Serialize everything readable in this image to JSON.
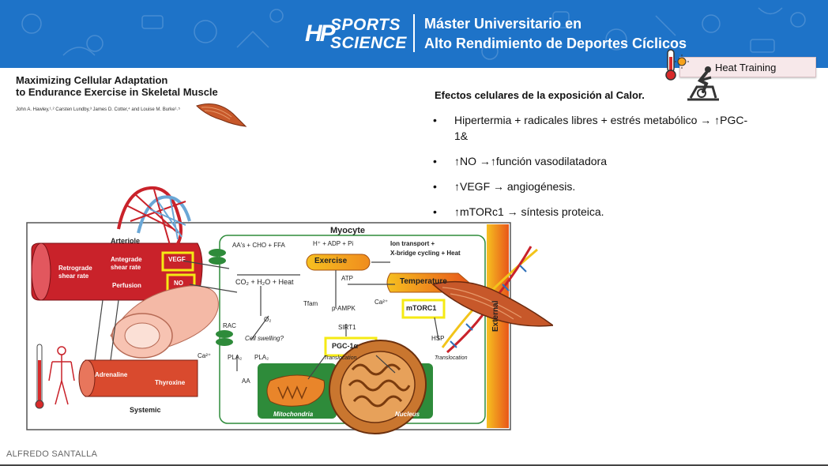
{
  "header": {
    "logo_line1": "SPORTS",
    "logo_line2": "SCIENCE",
    "logo_mark": "HP",
    "title_line1": "Máster Universitario en",
    "title_line2": "Alto Rendimiento de Deportes Cíclicos"
  },
  "tab": {
    "label": "Heat Training",
    "icons": [
      "thermometer-icon",
      "cyclist-icon"
    ]
  },
  "paper": {
    "title_line1": "Maximizing Cellular Adaptation",
    "title_line2": "to Endurance Exercise in Skeletal Muscle",
    "authors": "John A. Hawley,¹˒² Carsten Lundby,³ James D. Cotter,⁴ and Louise M. Burke¹˒⁵"
  },
  "effects": {
    "title": "Efectos celulares de la exposición al Calor.",
    "bullet": "•",
    "items": [
      "Hipertermia + radicales libres + estrés metabólico → ↑PGC-1&",
      "↑NO →↑función vasodilatadora",
      "↑VEGF → angiogénesis.",
      "↑mTORc1 → síntesis proteica."
    ]
  },
  "figure": {
    "myocyte": "Myocyte",
    "arteriole": "Arteriole",
    "retrograde": "Retrograde\nshear rate",
    "antegrade": "Antegrade\nshear rate",
    "perfusion": "Perfusion",
    "vegf": "VEGF",
    "no": "NO",
    "aa_cho_ffa": "AA's + CHO + FFA",
    "h_adp_pi": "H⁺ + ADP + Pi",
    "ion_transport": "Ion transport +",
    "xbridge": "X-bridge cycling + Heat",
    "exercise": "Exercise",
    "co2_h2o_heat": "CO₂ + H₂O + Heat",
    "atp": "ATP",
    "temperature": "Temperature",
    "tfam": "Tfam",
    "pampk": "p-AMPK",
    "ca2_right": "Ca²⁺",
    "mtorc1": "mTORC1",
    "rac": "RAC",
    "o2": "O₂",
    "sirt1": "SIRT1",
    "cell_swelling": "Cell swelling?",
    "pgc1a": "PGC-1α",
    "hsp": "HSP",
    "translocation_left": "Translocation",
    "translocation_right": "Translocation",
    "ca2_left": "Ca²⁺",
    "pla2_a": "PLA₂",
    "pla2_b": "PLA₂",
    "aa": "AA",
    "adrenaline": "Adrenaline",
    "thyroxine": "Thyroxine",
    "systemic": "Systemic",
    "mitochondria": "Mitochondria",
    "nucleus": "Nucleus",
    "external": "External"
  },
  "footer": {
    "author": "ALFREDO SANTALLA"
  },
  "colors": {
    "header_blue": "#1e73c8",
    "highlight_yellow": "#f5ea14",
    "artery_red": "#c9222a",
    "mito_green": "#2e8b3a",
    "tab_bg": "#f7e8ea"
  }
}
